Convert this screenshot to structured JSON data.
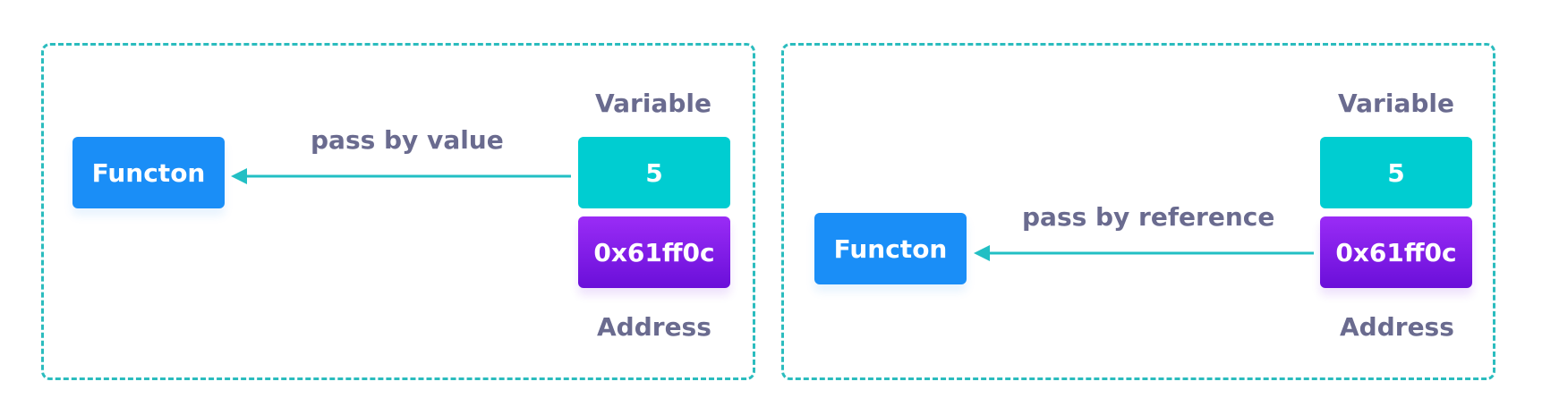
{
  "colors": {
    "border": "#2bbcbe",
    "function": "#1a8ef7",
    "value": "#00cdd1",
    "address": "#7c1ce6",
    "arrow": "#22bfc4",
    "text": "#6a6b8f"
  },
  "panels": [
    {
      "function_label": "Functon",
      "arrow_label": "pass by value",
      "variable_label": "Variable",
      "value": "5",
      "address": "0x61ff0c",
      "address_label": "Address"
    },
    {
      "function_label": "Functon",
      "arrow_label": "pass by reference",
      "variable_label": "Variable",
      "value": "5",
      "address": "0x61ff0c",
      "address_label": "Address"
    }
  ]
}
